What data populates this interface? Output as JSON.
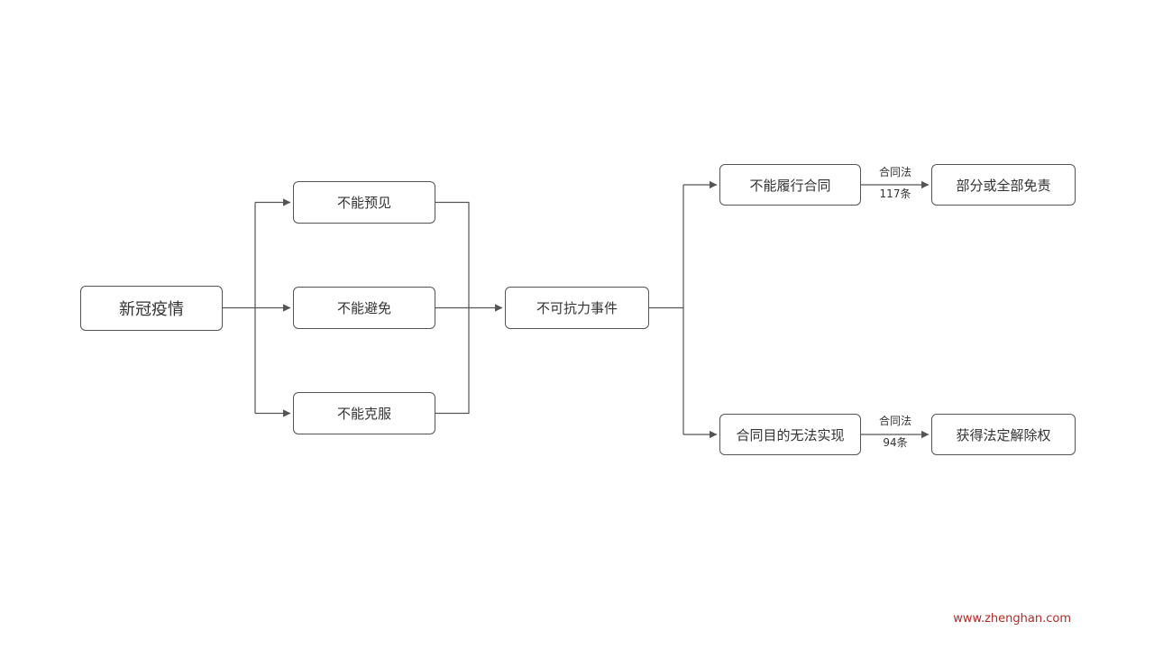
{
  "diagram": {
    "title": "force-majeure-flowchart",
    "nodes": {
      "epidemic": {
        "label": "新冠疫情"
      },
      "unforeseeable": {
        "label": "不能预见"
      },
      "unavoidable": {
        "label": "不能避免"
      },
      "insurmountable": {
        "label": "不能克服"
      },
      "force_majeure": {
        "label": "不可抗力事件"
      },
      "cannot_perform": {
        "label": "不能履行合同"
      },
      "exemption": {
        "label": "部分或全部免责"
      },
      "purpose_frustrated": {
        "label": "合同目的无法实现"
      },
      "rescission": {
        "label": "获得法定解除权"
      }
    },
    "edge_labels": {
      "law117": {
        "line1": "合同法",
        "line2": "117条"
      },
      "law94": {
        "line1": "合同法",
        "line2": "94条"
      }
    },
    "colors": {
      "background": "#ffffff",
      "box_border": "#545454",
      "line": "#545454",
      "text": "#333333",
      "watermark": "#b22a26"
    }
  },
  "watermark": {
    "text": "www.zhenghan.com"
  }
}
